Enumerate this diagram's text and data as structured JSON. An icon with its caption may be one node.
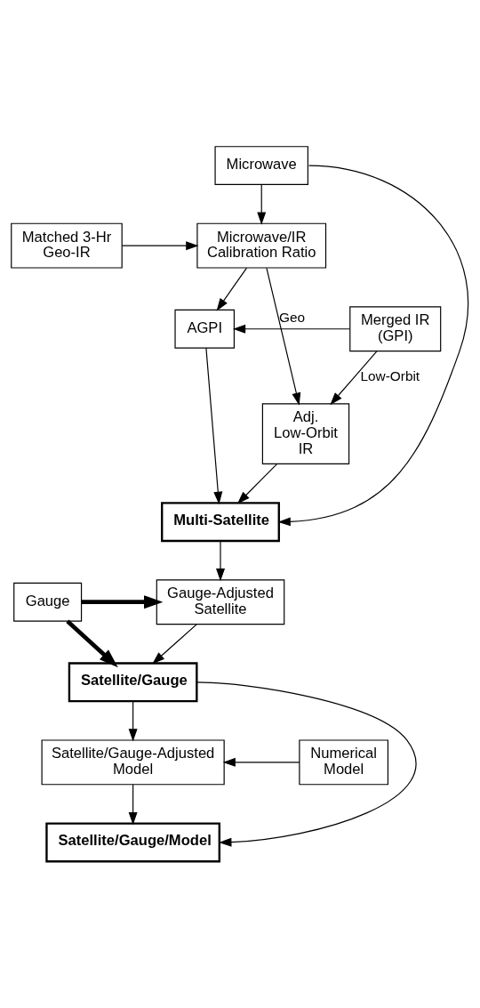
{
  "diagram": {
    "nodes": [
      {
        "text": [
          "Microwave"
        ]
      },
      {
        "text": [
          "Matched 3-Hr Geo-IR"
        ]
      },
      {
        "text": [
          "Microwave/IR Calibration Ratio"
        ]
      },
      {
        "text": [
          "Merged IR (GPI)"
        ]
      },
      {
        "text": [
          "AGPI"
        ]
      },
      {
        "text": [
          "Adj. Low-Orbit IR"
        ]
      },
      {
        "text": [
          "Multi-Satellite"
        ]
      },
      {
        "text": [
          "Gauge-Adjusted Satellite"
        ]
      },
      {
        "text": [
          "Gauge"
        ]
      },
      {
        "text": [
          "Satellite/Gauge"
        ]
      },
      {
        "text": [
          "Numerical Model"
        ]
      },
      {
        "text": [
          "Satellite/Gauge-Adjusted Model"
        ]
      },
      {
        "text": [
          "Satellite/Gauge/Model"
        ]
      }
    ],
    "edges": [
      {
        "from": 0,
        "to": 2,
        "arrow": "to"
      },
      {
        "from": 1,
        "to": 2,
        "arrow": "to"
      },
      {
        "from": 2,
        "to": 4,
        "arrow": "to"
      },
      {
        "from": 2,
        "to": 5,
        "arrow": "to"
      },
      {
        "from": 3,
        "to": 4,
        "arrow": "to",
        "label": "Geo"
      },
      {
        "from": 3,
        "to": 5,
        "arrow": "to",
        "label": "Low-Orbit"
      },
      {
        "from": 4,
        "to": 6,
        "arrow": "to"
      },
      {
        "from": 5,
        "to": 6,
        "arrow": "to"
      },
      {
        "from": 0,
        "to": 6,
        "arrow": "to"
      },
      {
        "from": 6,
        "to": 7,
        "arrow": "to"
      },
      {
        "from": 8,
        "to": 7,
        "arrow": "to",
        "style": "thick"
      },
      {
        "from": 8,
        "to": 9,
        "arrow": "to",
        "style": "thick"
      },
      {
        "from": 7,
        "to": 9,
        "arrow": "to"
      },
      {
        "from": 9,
        "to": 11,
        "arrow": "to"
      },
      {
        "from": 10,
        "to": 11,
        "arrow": "to"
      },
      {
        "from": 11,
        "to": 12,
        "arrow": "to"
      },
      {
        "from": 9,
        "to": 12,
        "arrow": "to"
      }
    ]
  }
}
